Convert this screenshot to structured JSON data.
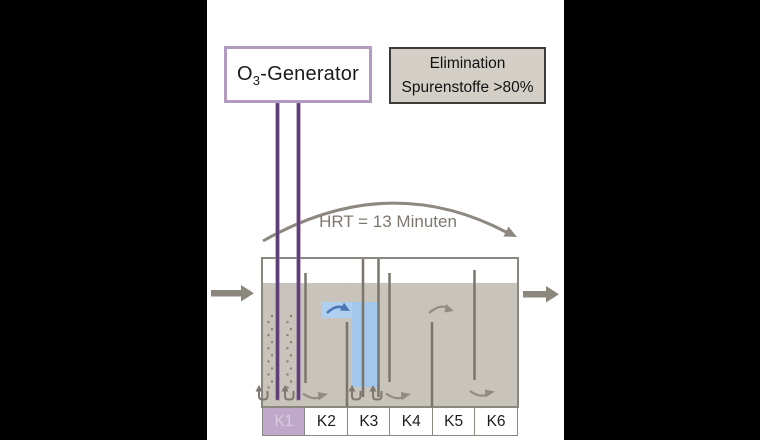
{
  "generator": {
    "text_prefix": "O",
    "text_sub": "3",
    "text_suffix": "-Generator"
  },
  "info_box": {
    "line1": "Elimination",
    "line2": "Spurenstoffe >80%"
  },
  "hrt": {
    "label": "HRT = 13 Minuten"
  },
  "tank": {
    "chambers": [
      {
        "label": "K1",
        "highlighted": true
      },
      {
        "label": "K2",
        "highlighted": false
      },
      {
        "label": "K3",
        "highlighted": false
      },
      {
        "label": "K4",
        "highlighted": false
      },
      {
        "label": "K5",
        "highlighted": false
      },
      {
        "label": "K6",
        "highlighted": false
      }
    ]
  },
  "icons": {
    "inflow": "right-arrow",
    "outflow": "right-arrow",
    "hrt_arrow": "curved-right-arrow",
    "ozone_diffusers": "up-hook-arrows",
    "flow_under_baffle": "curved-right-arrow",
    "flow_over_baffle": "curved-right-arrow",
    "downcomer_flow": "blue-curved-right-arrow",
    "ozone_bubbles": "dotted-columns"
  },
  "colors": {
    "background_bars": "#000000",
    "content_background": "#ffffff",
    "generator_border": "#b29ac0",
    "ozone_pipe": "#5b3a71",
    "info_box_fill": "#d3cfc7",
    "water_fill": "#c8c4bc",
    "tank_wall": "#8a8680",
    "gray_arrow": "#8d8880",
    "blue_channel": "#a8cbee",
    "blue_arrow": "#4a76b4",
    "chamber1_fill": "#bfa8ca",
    "chamber1_text": "#dacde2"
  }
}
